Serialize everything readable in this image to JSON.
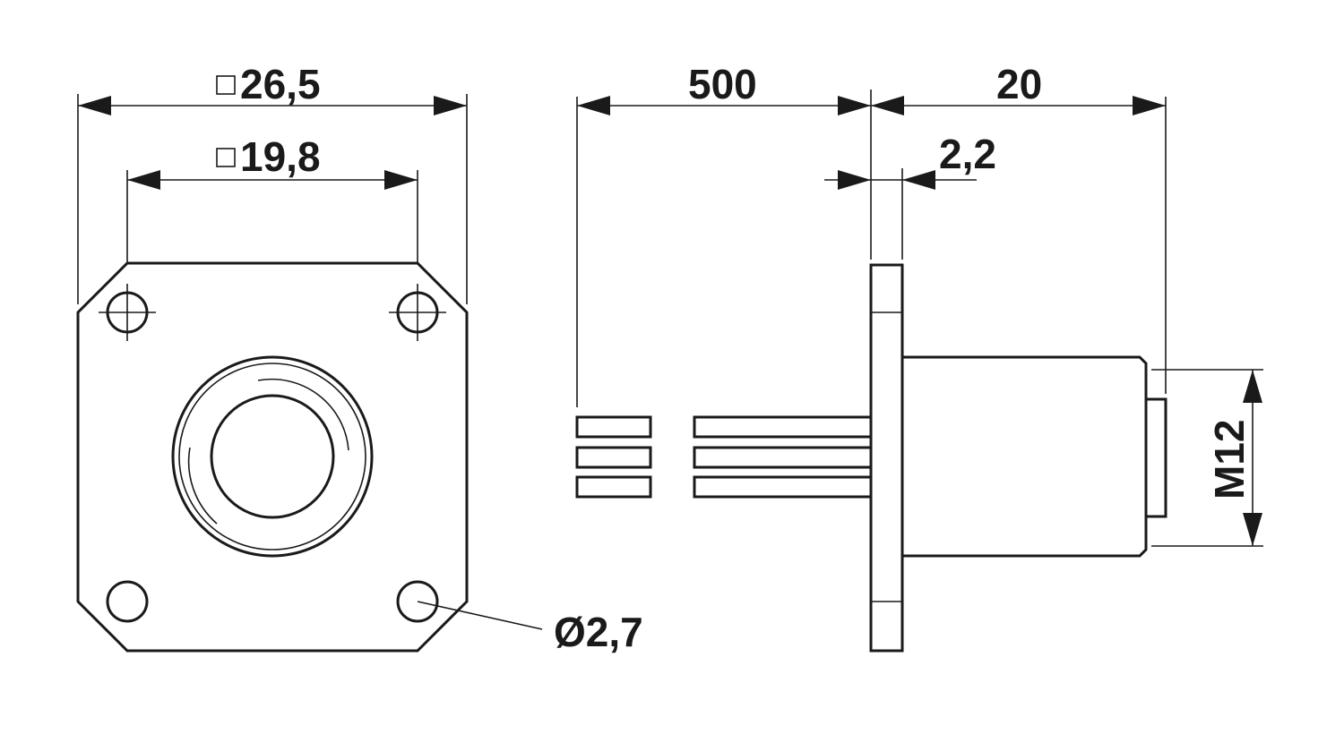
{
  "dimensions": {
    "outer_square": "26,5",
    "inner_square": "19,8",
    "cable_length": "500",
    "overall_length": "20",
    "flange_thickness": "2,2",
    "thread": "M12",
    "hole_diameter": "Ø2,7"
  },
  "colors": {
    "line": "#1a1a1a",
    "background": "#ffffff"
  }
}
